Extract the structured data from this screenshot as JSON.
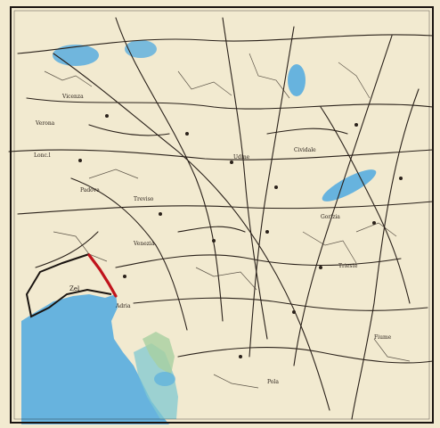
{
  "map": {
    "colors": {
      "paper": "#f2ead0",
      "paper_edge": "#ffffff",
      "ink": "#2a211a",
      "water": "#4fa9e0",
      "water_light": "#8fd0ee",
      "shallows": "#7fc8d2",
      "land_green": "#a8cfa0",
      "boundary_red": "#c0141c"
    },
    "visible_labels": [
      {
        "text": "Lonc.l"
      },
      {
        "text": "Zel"
      },
      {
        "text": "Udine"
      },
      {
        "text": "Cividale"
      },
      {
        "text": "Treviso"
      },
      {
        "text": "Padova"
      },
      {
        "text": "Venezia"
      },
      {
        "text": "Trieste"
      },
      {
        "text": "Gorizia"
      },
      {
        "text": "Verona"
      },
      {
        "text": "Vicenza"
      },
      {
        "text": "Adria"
      },
      {
        "text": "Fiume"
      },
      {
        "text": "Pola"
      }
    ]
  }
}
